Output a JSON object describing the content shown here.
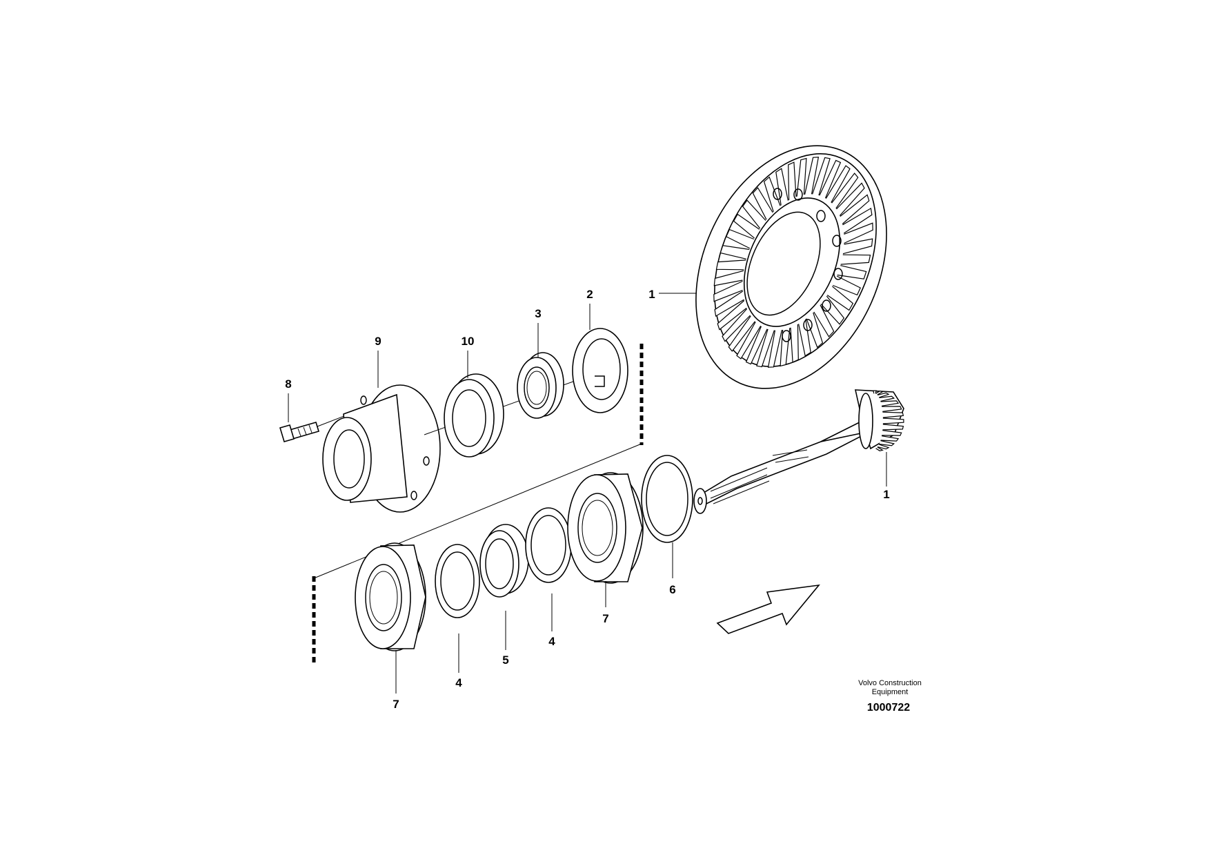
{
  "callouts": {
    "ring_gear": "1",
    "pinion": "1",
    "lock_washer": "2",
    "lock_nut": "3",
    "spacer_ring_lower": "4",
    "spacer_ring_upper": "4",
    "bearing_race": "5",
    "shim": "6",
    "bearing_lower": "7",
    "bearing_upper": "7",
    "screw": "8",
    "flange_housing": "9",
    "seal": "10"
  },
  "footer": {
    "brand_line1": "Volvo Construction",
    "brand_line2": "Equipment",
    "document_number": "1000722"
  }
}
